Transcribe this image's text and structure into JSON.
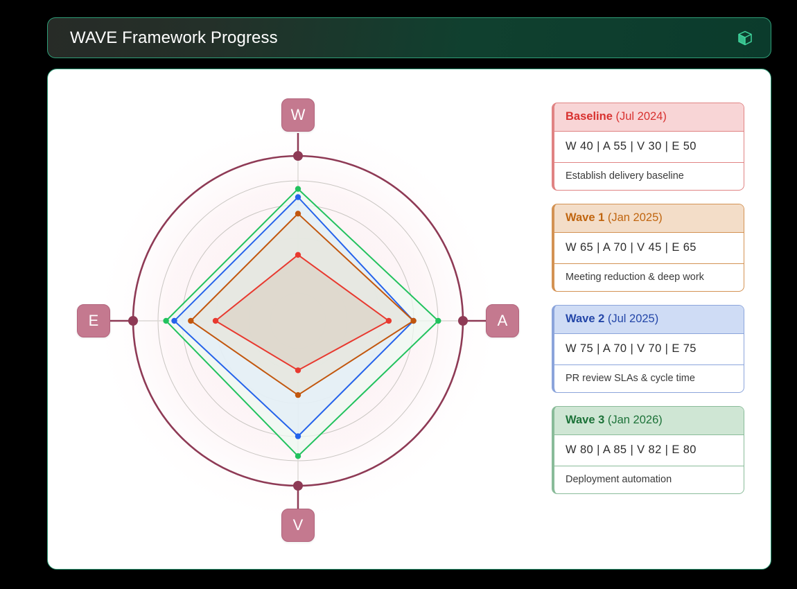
{
  "header": {
    "title": "WAVE Framework Progress",
    "icon": "cube-icon",
    "icon_color": "#3fd39c",
    "border_color": "#2f9e78"
  },
  "chart_data": {
    "type": "radar",
    "title": "WAVE Framework Progress",
    "axes": [
      "W",
      "A",
      "V",
      "E"
    ],
    "axis_order_clockwise_from_top": [
      "W",
      "A",
      "V",
      "E"
    ],
    "range": [
      0,
      100
    ],
    "grid": true,
    "grid_rings": [
      17,
      30,
      50,
      70,
      85,
      100
    ],
    "legend_position": "right",
    "series": [
      {
        "name": "Baseline",
        "period": "(Jul 2024)",
        "values": [
          40,
          55,
          30,
          50
        ],
        "color": "#e8392f",
        "fill": "#dcd2c6",
        "note": "Establish delivery baseline"
      },
      {
        "name": "Wave 1",
        "period": "(Jan 2025)",
        "values": [
          65,
          70,
          45,
          65
        ],
        "color": "#c2570e",
        "fill": "#e6e4d6",
        "note": "Meeting reduction & deep work"
      },
      {
        "name": "Wave 2",
        "period": "(Jul 2025)",
        "values": [
          75,
          70,
          70,
          75
        ],
        "color": "#2563eb",
        "fill": "#e2edf6",
        "note": "PR review SLAs & cycle time"
      },
      {
        "name": "Wave 3",
        "period": "(Jan 2026)",
        "values": [
          80,
          85,
          82,
          80
        ],
        "color": "#22c25e",
        "fill": "#eef8f1",
        "note": "Deployment automation"
      }
    ],
    "outer_ring_color": "#8e3a55",
    "axis_badge_color": "#c4798f",
    "glow_color": "#fdf3f5"
  },
  "radar": {
    "axis_labels": [
      {
        "key": "W",
        "label": "W"
      },
      {
        "key": "A",
        "label": "A"
      },
      {
        "key": "V",
        "label": "V"
      },
      {
        "key": "E",
        "label": "E"
      }
    ]
  },
  "legend": {
    "cards": [
      {
        "phase": "Baseline",
        "period": "(Jul 2024)",
        "scores": "W 40 | A 55 | V 30 | E 50",
        "note": "Establish delivery baseline",
        "head_bg": "#f8d5d6",
        "head_color": "#d8312f",
        "border": "#e08383"
      },
      {
        "phase": "Wave 1",
        "period": "(Jan 2025)",
        "scores": "W 65 | A 70 | V 45 | E 65",
        "note": "Meeting reduction & deep work",
        "head_bg": "#f3ddc8",
        "head_color": "#c0650f",
        "border": "#d39253"
      },
      {
        "phase": "Wave 2",
        "period": "(Jul 2025)",
        "scores": "W 75 | A 70 | V 70 | E 75",
        "note": "PR review SLAs & cycle time",
        "head_bg": "#cfdcf5",
        "head_color": "#2346a8",
        "border": "#8ba4db"
      },
      {
        "phase": "Wave 3",
        "period": "(Jan 2026)",
        "scores": "W 80 | A 85 | V 82 | E 80",
        "note": "Deployment automation",
        "head_bg": "#cfe6d4",
        "head_color": "#1c7238",
        "border": "#89bb99"
      }
    ]
  }
}
